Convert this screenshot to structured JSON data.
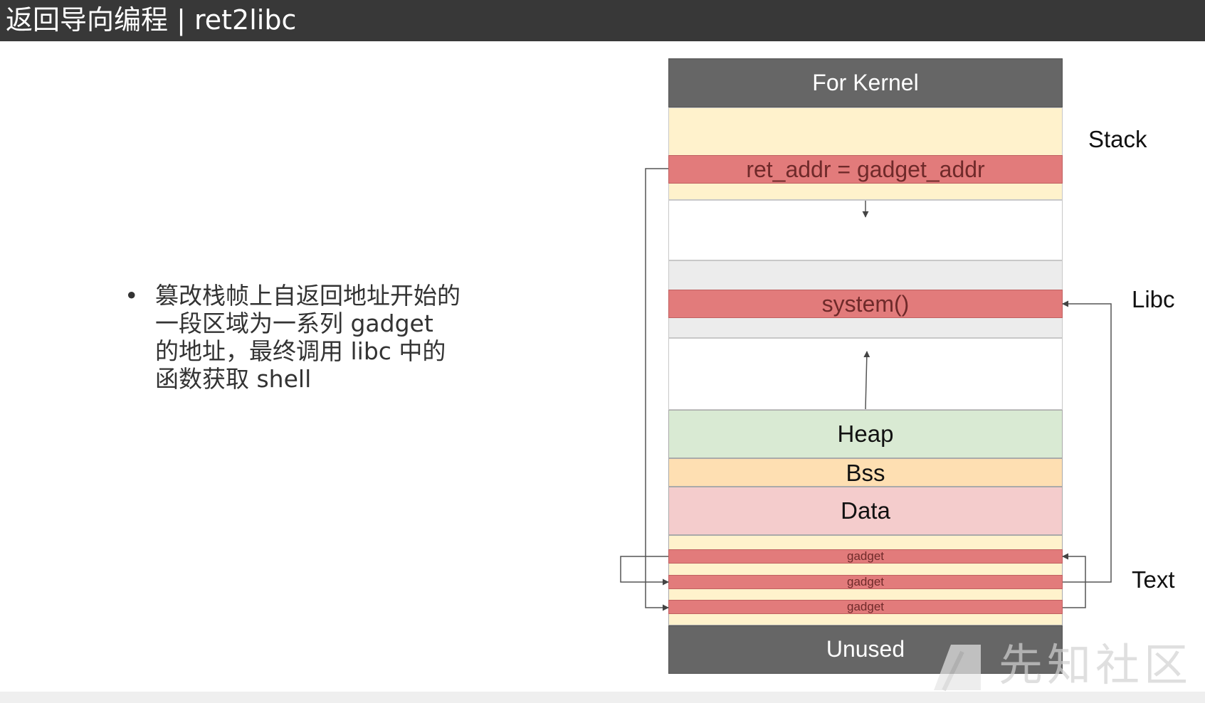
{
  "header": {
    "title": "返回导向编程 | ret2libc"
  },
  "bullet": {
    "marker": "•",
    "text": "篡改栈帧上自返回地址开始的一段区域为一系列 gadget 的地址，最终调用 libc 中的函数获取 shell"
  },
  "memory": {
    "kernel": "For Kernel",
    "ret_addr": "ret_addr = gadget_addr",
    "system": "system()",
    "heap": "Heap",
    "bss": "Bss",
    "data": "Data",
    "gadget_1": "gadget",
    "gadget_2": "gadget",
    "gadget_3": "gadget",
    "unused": "Unused"
  },
  "regions": {
    "stack": "Stack",
    "libc": "Libc",
    "text": "Text"
  },
  "watermark": {
    "text": "先知社区"
  },
  "colors": {
    "dark": "#666666",
    "stack_fill": "#fff2cc",
    "highlight": "#e27b7b",
    "libc_fill": "#ececec",
    "heap_fill": "#d9ead3",
    "bss_fill": "#fedfb2",
    "data_fill": "#f4cccc"
  }
}
